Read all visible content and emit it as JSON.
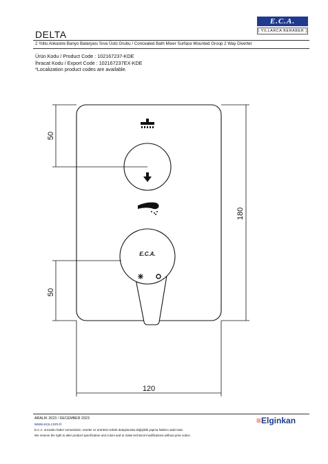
{
  "doc": {
    "title": "DELTA",
    "subtitle": "2 Yollu Ankastre Banyo Bataryası Sıva Üstü Grubu / Concealed Bath Mixer Surface Mounted Group 2 Way Diverter",
    "product_code": "Ürün Kodu / Product Code : 102167237-KDE",
    "export_code": "İhracat Kodu / Export Code :  102167237EX-KDE",
    "localization_note": "*Localization product codes are available."
  },
  "logo": {
    "name": "E.C.A.",
    "tagline": "[ YILLARCA BERABER ]"
  },
  "drawing": {
    "dim_top_left": "50",
    "dim_bottom_left": "50",
    "dim_height": "180",
    "dim_width": "120",
    "handle_brand": "E.C.A."
  },
  "footer": {
    "date": "ARALIK 2023 / DECEMBER 2023",
    "url": "www.eca.com.tr",
    "disclaimer_tr": "E.C.A. önceden haber vermeksizin, ürünler ve ürünlerin teknik detaylarında değişiklik yapma hakkını saklı tutar.",
    "disclaimer_en": "We reserve the right to alter product specification and colors and to make technical modifications without prior notice.",
    "brand": "Elginkan",
    "brand_mark": "≡"
  },
  "colors": {
    "brand_blue": "#1f3a8f",
    "brand_red": "#e0322c",
    "line": "#111111"
  },
  "icons": [
    "shower-head-icon",
    "arrow-down-icon",
    "hand-shower-icon",
    "snowflake-icon",
    "hot-dot-icon"
  ]
}
